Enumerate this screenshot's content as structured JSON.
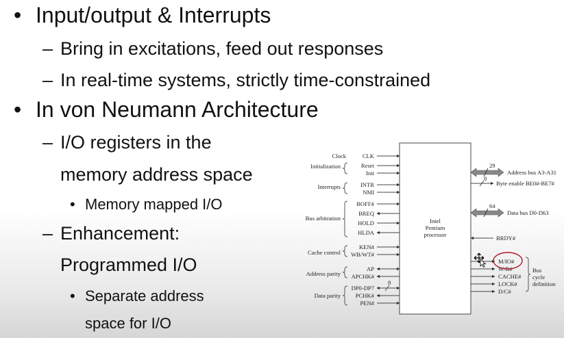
{
  "slide": {
    "bullets": [
      {
        "marker": "•",
        "text": "Input/output & Interrupts"
      },
      {
        "marker": "–",
        "text": "Bring in excitations, feed out responses"
      },
      {
        "marker": "–",
        "text": "In real-time systems, strictly time-constrained"
      },
      {
        "marker": "•",
        "text": "In von Neumann Architecture"
      },
      {
        "marker": "–",
        "text": "I/O registers in the"
      },
      {
        "text": "memory address space"
      },
      {
        "marker": "•",
        "text": "Memory mapped I/O"
      },
      {
        "marker": "–",
        "text": "Enhancement:"
      },
      {
        "text": "Programmed I/O"
      },
      {
        "marker": "•",
        "text": "Separate address"
      },
      {
        "text": "space for I/O"
      }
    ]
  },
  "diagram": {
    "processor": [
      "Intel",
      "Pentium",
      "processor"
    ],
    "left_groups": {
      "clock": "Clock",
      "initialization": "Initialization",
      "interrupts": "Interrupts",
      "bus_arbitration": "Bus arbitration",
      "cache_control": "Cache control",
      "address_parity": "Address parity",
      "data_parity": "Data parity"
    },
    "left_signals": {
      "clk": "CLK",
      "reset": "Reset",
      "init": "Init",
      "intr": "INTR",
      "nmi": "NMI",
      "boff": "BOFF#",
      "breq": "BREQ",
      "hold": "HOLD",
      "hlda": "HLDA",
      "ken": "KEN#",
      "wbwt": "WB/WT#",
      "ap": "AP",
      "apchk": "APCHK#",
      "dp": "DP0-DP7",
      "pchk": "PCHK#",
      "pen": "PEN#"
    },
    "right_signals": {
      "address_bus": "Address bus A3-A31",
      "address_width": "29",
      "byte_enable": "Byte enable BE0#-BE7#",
      "byte_width": "8",
      "data_bus": "Data bus D0-D63",
      "data_width": "64",
      "brdy": "BRDY#",
      "mio": "M/IO#",
      "wr": "W/R#",
      "cache": "CACHE#",
      "lock": "LOCK#",
      "dc": "D/C#",
      "dp_width": "8"
    },
    "bus_cycle": [
      "Bus",
      "cycle",
      "definition"
    ],
    "highlight_color": "#b0182a"
  }
}
